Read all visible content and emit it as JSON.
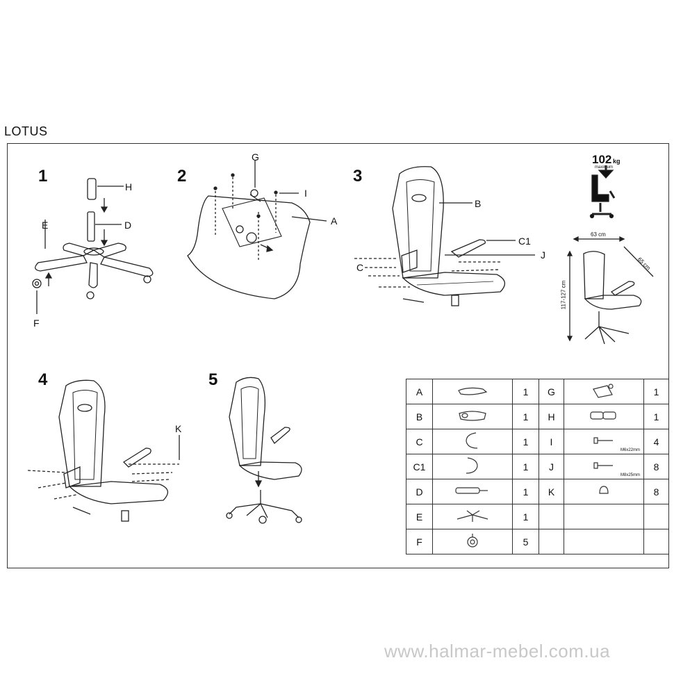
{
  "title": "LOTUS",
  "steps": [
    "1",
    "2",
    "3",
    "4",
    "5"
  ],
  "labels": {
    "s1_h": "H",
    "s1_d": "D",
    "s1_e": "E",
    "s1_f": "F",
    "s2_g": "G",
    "s2_i": "I",
    "s2_a": "A",
    "s3_b": "B",
    "s3_c1": "C1",
    "s3_j": "J",
    "s3_c": "C",
    "s4_k": "K"
  },
  "specs": {
    "weight_value": "102",
    "weight_unit": "kg",
    "weight_note": "maximum",
    "width": "63 cm",
    "depth": "65 cm",
    "height": "117-127 cm"
  },
  "parts": [
    {
      "left": {
        "label": "A",
        "qty": "1",
        "icon": "seat-plate-icon"
      },
      "right": {
        "label": "G",
        "qty": "1",
        "icon": "mechanism-icon"
      }
    },
    {
      "left": {
        "label": "B",
        "qty": "1",
        "icon": "backrest-icon"
      },
      "right": {
        "label": "H",
        "qty": "1",
        "icon": "gas-cover-icon"
      }
    },
    {
      "left": {
        "label": "C",
        "qty": "1",
        "icon": "armrest-left-icon"
      },
      "right": {
        "label": "I",
        "qty": "4",
        "icon": "screw-icon",
        "spec": "M6x22mm"
      }
    },
    {
      "left": {
        "label": "C1",
        "qty": "1",
        "icon": "armrest-right-icon"
      },
      "right": {
        "label": "J",
        "qty": "8",
        "icon": "screw-icon",
        "spec": "M8x25mm"
      }
    },
    {
      "left": {
        "label": "D",
        "qty": "1",
        "icon": "gas-lift-icon"
      },
      "right": {
        "label": "K",
        "qty": "8",
        "icon": "cap-icon"
      }
    },
    {
      "left": {
        "label": "E",
        "qty": "1",
        "icon": "base-icon"
      },
      "right": {
        "label": "",
        "qty": "",
        "icon": ""
      }
    },
    {
      "left": {
        "label": "F",
        "qty": "5",
        "icon": "caster-icon"
      },
      "right": {
        "label": "",
        "qty": "",
        "icon": ""
      }
    }
  ],
  "watermark": "www.halmar-mebel.com.ua"
}
